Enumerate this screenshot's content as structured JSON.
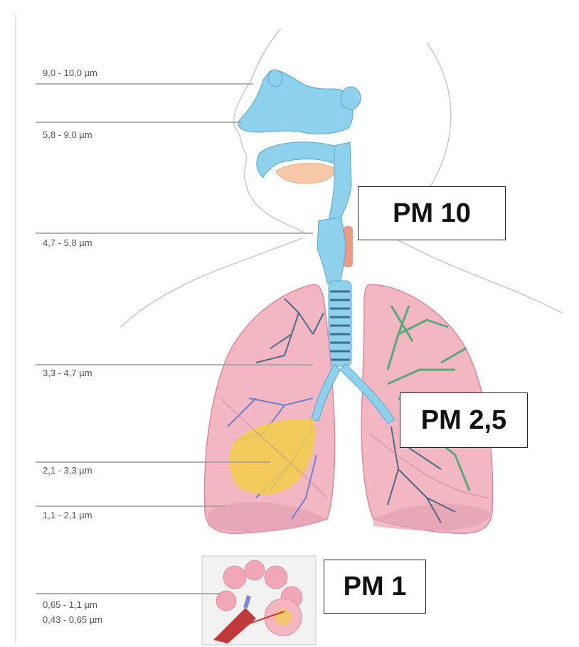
{
  "size_ranges": [
    "9,0 - 10,0 µm",
    "5,8 - 9,0 µm",
    "4,7 - 5,8 µm",
    "3,3 - 4,7 µm",
    "2,1 - 3,3 µm",
    "1,1 - 2,1 µm",
    "0,65  -  1,1 µm",
    "0,43 - 0,65 µm"
  ],
  "pm_labels": {
    "pm10": "PM 10",
    "pm25": "PM 2,5",
    "pm1": "PM 1"
  },
  "colors": {
    "airway": "#8fd0ec",
    "lung": "#f2b7c3",
    "bronchi_green": "#5aa87a",
    "bronchi_blue": "#6e7fd0",
    "bronchi_yellow": "#f2cf4a",
    "leader_line": "#9a9a9a"
  }
}
